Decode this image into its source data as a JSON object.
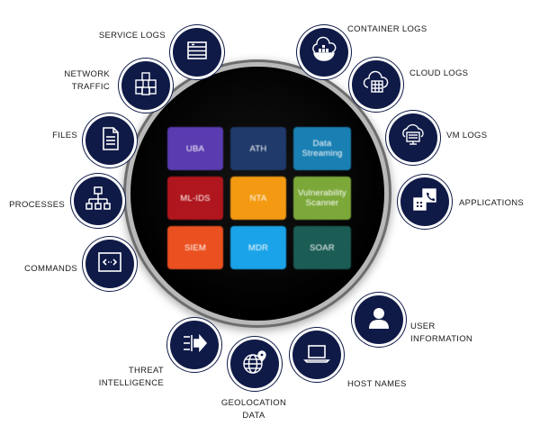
{
  "center_tiles": [
    {
      "label": "UBA",
      "color": "#5a3bb0"
    },
    {
      "label": "ATH",
      "color": "#1f3a6b"
    },
    {
      "label": "Data Streaming",
      "color": "#1a7fb2"
    },
    {
      "label": "ML-IDS",
      "color": "#b0161d"
    },
    {
      "label": "NTA",
      "color": "#f39a12"
    },
    {
      "label": "Vulnerability Scanner",
      "color": "#7ca83a"
    },
    {
      "label": "SIEM",
      "color": "#ea5020"
    },
    {
      "label": "MDR",
      "color": "#1aa3e8"
    },
    {
      "label": "SOAR",
      "color": "#1b5c55"
    }
  ],
  "nodes": {
    "service_logs": {
      "label": "SERVICE LOGS",
      "icon": "server-rack-icon"
    },
    "network_traffic": {
      "line1": "NETWORK",
      "line2": "TRAFFIC",
      "icon": "network-cubes-icon"
    },
    "files": {
      "label": "FILES",
      "icon": "document-icon"
    },
    "processes": {
      "label": "PROCESSES",
      "icon": "hierarchy-icon"
    },
    "commands": {
      "label": "COMMANDS",
      "icon": "code-brackets-icon"
    },
    "threat_intelligence": {
      "line1": "THREAT",
      "line2": "INTELLIGENCE",
      "icon": "arrow-in-icon"
    },
    "geolocation_data": {
      "line1": "GEOLOCATION",
      "line2": "DATA",
      "icon": "globe-pin-icon"
    },
    "host_names": {
      "label": "HOST NAMES",
      "icon": "laptop-icon"
    },
    "user_information": {
      "line1": "USER",
      "line2": "INFORMATION",
      "icon": "user-icon"
    },
    "applications": {
      "label": "APPLICATIONS",
      "icon": "apps-icon"
    },
    "vm_logs": {
      "label": "VM LOGS",
      "icon": "cloud-monitor-icon"
    },
    "cloud_logs": {
      "label": "CLOUD LOGS",
      "icon": "cloud-doc-icon"
    },
    "container_logs": {
      "label": "CONTAINER LOGS",
      "icon": "cloud-container-icon"
    }
  },
  "colors": {
    "node_bg": "#0f1a47",
    "ring": "#b9b9b9",
    "hub": "#000000"
  }
}
